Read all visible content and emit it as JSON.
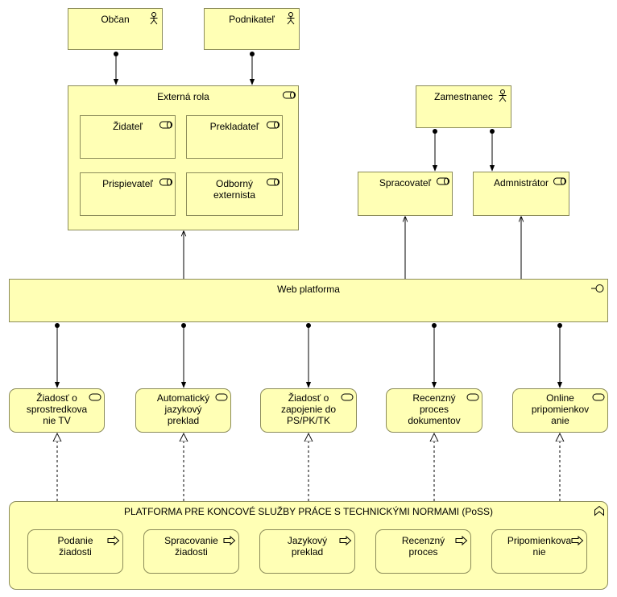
{
  "actors": {
    "obcan": "Občan",
    "podnikatel": "Podnikateľ",
    "zamestnanec": "Zamestnanec"
  },
  "roles": {
    "externa_rola": "Externá rola",
    "zidatel": "Židateľ",
    "prekladatel": "Prekladateľ",
    "prispievatel": "Prispievateľ",
    "odborny_externista": "Odborný\nexternista",
    "spracovatel": "Spracovateľ",
    "administrator": "Admnistrátor"
  },
  "interface": {
    "web_platforma": "Web platforma"
  },
  "services": [
    "Žiadosť o\nsprostredkova\nnie TV",
    "Automatický\njazykový\npreklad",
    "Žiadosť o\nzapojenie do\nPS/PK/TK",
    "Recenzný\nproces\ndokumentov",
    "Online\npripomienkov\nanie"
  ],
  "platform": {
    "title": "PLATFORMA PRE KONCOVÉ SLUŽBY PRÁCE S TECHNICKÝMI NORMAMI (PoSS)",
    "processes": [
      "Podanie\nžiadosti",
      "Spracovanie\nžiadosti",
      "Jazykový\npreklad",
      "Recenzný\nproces",
      "Pripomienkova\nnie"
    ]
  },
  "colors": {
    "fill": "#ffffb5",
    "stroke": "#8c8c5a",
    "line": "#000000"
  }
}
